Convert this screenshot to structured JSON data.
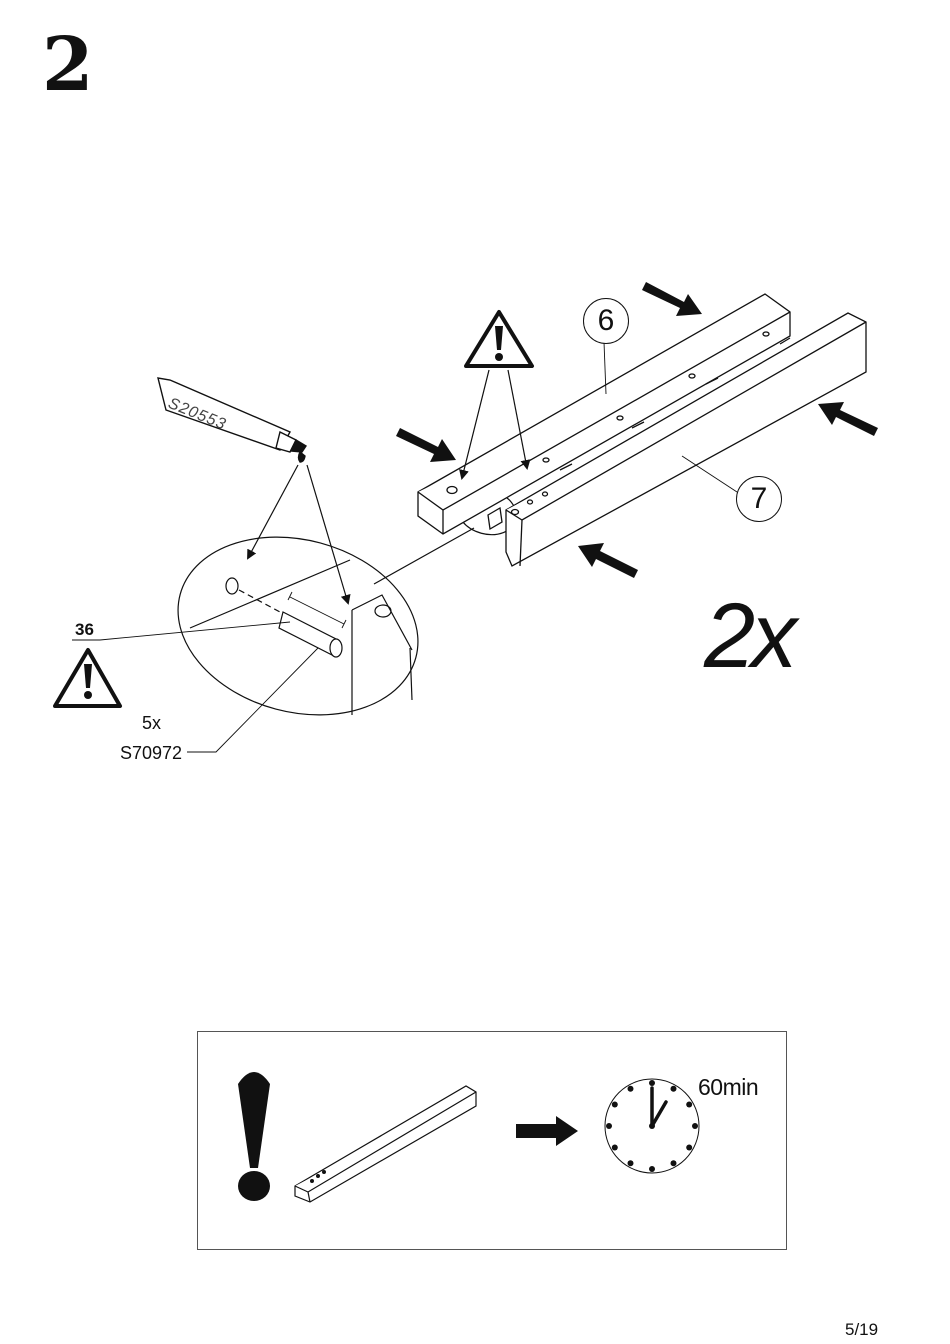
{
  "step": {
    "number": "2"
  },
  "parts": {
    "part_a": "6",
    "part_b": "7",
    "quantity": "2x"
  },
  "glue": {
    "code": "S20553"
  },
  "dowel": {
    "ref": "36",
    "count": "5x",
    "code": "S70972"
  },
  "note": {
    "drying_time": "60min"
  },
  "footer": {
    "page": "5/19"
  },
  "icons": [
    "warning-icon",
    "push-arrow-icon",
    "glue-tube-icon",
    "clock-icon",
    "exclamation-icon"
  ],
  "colors": {
    "ink": "#111111",
    "paper": "#ffffff"
  }
}
